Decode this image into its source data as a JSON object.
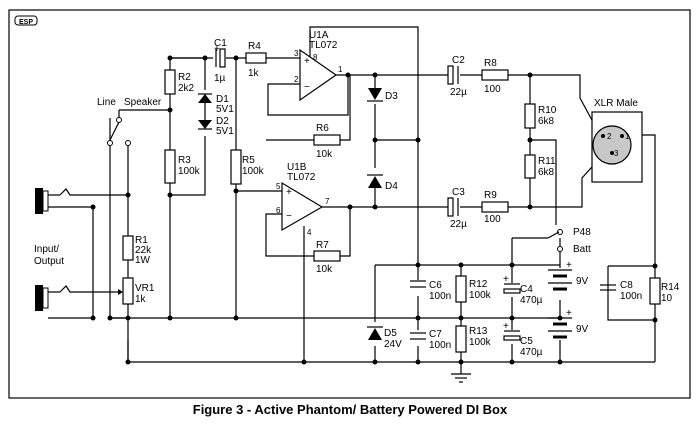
{
  "logo": "ESP",
  "caption": "Figure 3 - Active Phantom/ Battery Powered DI Box",
  "labels": {
    "line": "Line",
    "speaker": "Speaker",
    "input_output_1": "Input/",
    "input_output_2": "Output",
    "p48": "P48",
    "batt": "Batt",
    "xlr": "XLR Male",
    "xlr_pin1": "1",
    "xlr_pin2": "2",
    "xlr_pin3": "3"
  },
  "components": {
    "c1": {
      "ref": "C1",
      "value": "1µ",
      "plus": "+"
    },
    "r4": {
      "ref": "R4",
      "value": "1k"
    },
    "r2": {
      "ref": "R2",
      "value": "2k2"
    },
    "d1": {
      "ref": "D1",
      "value": "5V1"
    },
    "d2": {
      "ref": "D2",
      "value": "5V1"
    },
    "r3": {
      "ref": "R3",
      "value": "100k"
    },
    "r5": {
      "ref": "R5",
      "value": "100k"
    },
    "u1a": {
      "ref": "U1A",
      "value": "TL072",
      "pin3": "3",
      "pin2": "2",
      "pin1": "1",
      "pin8": "8"
    },
    "u1b": {
      "ref": "U1B",
      "value": "TL072",
      "pin5": "5",
      "pin6": "6",
      "pin7": "7",
      "pin4": "4"
    },
    "r6": {
      "ref": "R6",
      "value": "10k"
    },
    "r7": {
      "ref": "R7",
      "value": "10k"
    },
    "d3": {
      "ref": "D3"
    },
    "d4": {
      "ref": "D4"
    },
    "c2": {
      "ref": "C2",
      "value": "22µ"
    },
    "c3": {
      "ref": "C3",
      "value": "22µ"
    },
    "r8": {
      "ref": "R8",
      "value": "100"
    },
    "r9": {
      "ref": "R9",
      "value": "100"
    },
    "r10": {
      "ref": "R10",
      "value": "6k8"
    },
    "r11": {
      "ref": "R11",
      "value": "6k8"
    },
    "r1": {
      "ref": "R1",
      "value": "22k",
      "value2": "1W"
    },
    "vr1": {
      "ref": "VR1",
      "value": "1k"
    },
    "c6": {
      "ref": "C6",
      "value": "100n"
    },
    "c7": {
      "ref": "C7",
      "value": "100n"
    },
    "r12": {
      "ref": "R12",
      "value": "100k"
    },
    "r13": {
      "ref": "R13",
      "value": "100k"
    },
    "c4": {
      "ref": "C4",
      "value": "470µ",
      "plus": "+"
    },
    "c5": {
      "ref": "C5",
      "value": "470µ",
      "plus": "+"
    },
    "d5": {
      "ref": "D5",
      "value": "24V"
    },
    "b1": {
      "value": "9V",
      "plus": "+"
    },
    "b2": {
      "value": "9V",
      "plus": "+"
    },
    "c8": {
      "ref": "C8",
      "value": "100n"
    },
    "r14": {
      "ref": "R14",
      "value": "10"
    }
  }
}
